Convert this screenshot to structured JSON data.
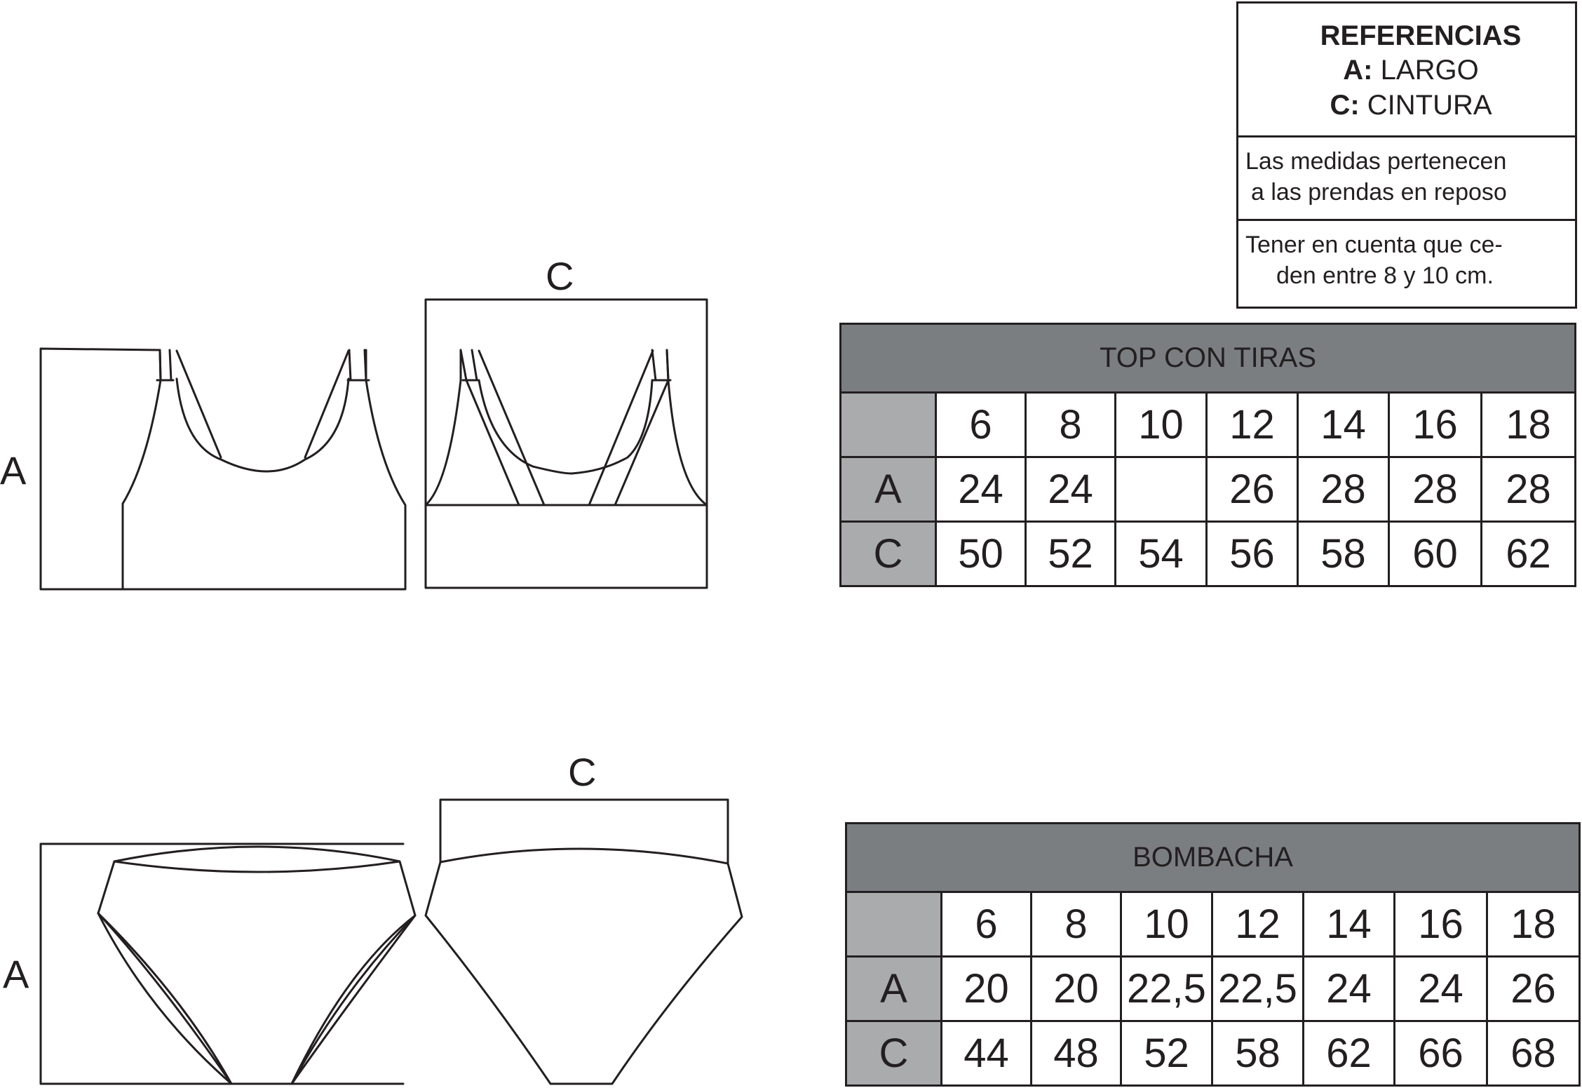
{
  "references": {
    "title": "REFERENCIAS",
    "a_key": "A:",
    "a_value": "LARGO",
    "c_key": "C:",
    "c_value": "CINTURA",
    "note1_line1": "Las medidas pertenecen",
    "note1_line2": "a las prendas en reposo",
    "note2_line1": "Tener en cuenta que ce-",
    "note2_line2": "den entre 8 y 10 cm."
  },
  "drawings": {
    "top_length_label": "A",
    "top_waist_label": "C",
    "bottom_length_label": "A",
    "bottom_waist_label": "C"
  },
  "top_table": {
    "title": "TOP CON TIRAS",
    "sizes": [
      "6",
      "8",
      "10",
      "12",
      "14",
      "16",
      "18"
    ],
    "rows": [
      {
        "label": "A",
        "values": [
          "24",
          "24",
          "",
          "26",
          "28",
          "28",
          "28"
        ]
      },
      {
        "label": "C",
        "values": [
          "50",
          "52",
          "54",
          "56",
          "58",
          "60",
          "62"
        ]
      }
    ]
  },
  "bottom_table": {
    "title": "BOMBACHA",
    "sizes": [
      "6",
      "8",
      "10",
      "12",
      "14",
      "16",
      "18"
    ],
    "rows": [
      {
        "label": "A",
        "values": [
          "20",
          "20",
          "22,5",
          "22,5",
          "24",
          "24",
          "26"
        ]
      },
      {
        "label": "C",
        "values": [
          "44",
          "48",
          "52",
          "58",
          "62",
          "66",
          "68"
        ]
      }
    ]
  }
}
